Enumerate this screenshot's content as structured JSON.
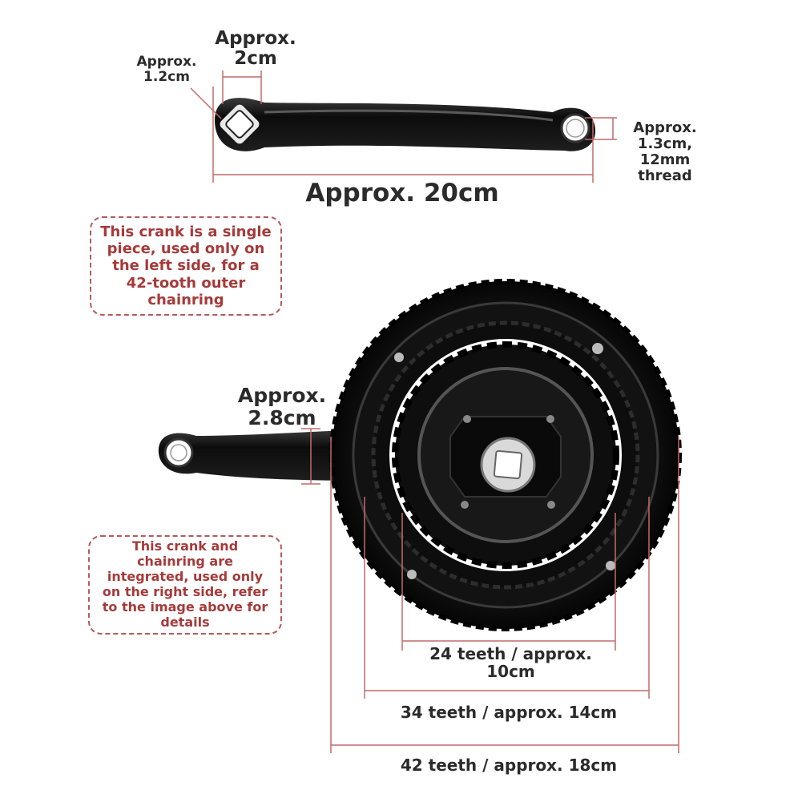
{
  "crank_left": {
    "label_square_width": "Approx. 1.2cm",
    "label_square_width_line1": "Approx.",
    "label_square_width_line2": "1.2cm",
    "label_end_width_line1": "Approx.",
    "label_end_width_line2": "2cm",
    "label_pedal_hole_line1": "Approx.",
    "label_pedal_hole_line2": "1.3cm,",
    "label_pedal_hole_line3": "12mm",
    "label_pedal_hole_line4": "thread",
    "label_length": "Approx. 20cm",
    "note": "This crank is a single piece, used only on the left side, for a 42-tooth outer chainring"
  },
  "crank_right": {
    "label_thickness_line1": "Approx.",
    "label_thickness_line2": "2.8cm",
    "note": "This crank and chainring are integrated, used only on the right side, refer to the image above for details"
  },
  "chainrings": {
    "small_line1": "24 teeth / approx.",
    "small_line2": "10cm",
    "medium": "34 teeth / approx. 14cm",
    "large": "42 teeth / approx. 18cm"
  },
  "colors": {
    "metal": "#111111",
    "dimension_line": "#c46a6a",
    "note_text": "#a63a3a",
    "note_border": "#b55a5a",
    "label_text": "#2b2b2b"
  }
}
